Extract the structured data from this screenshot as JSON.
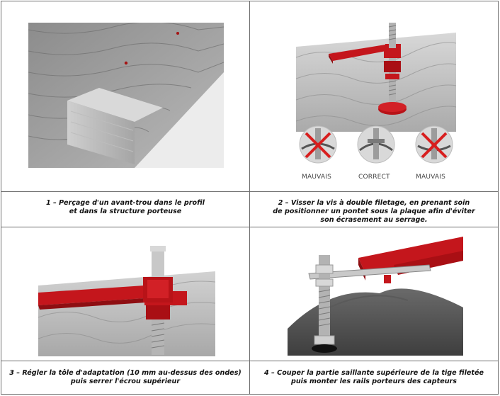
{
  "steps": [
    {
      "caption": "1 – Perçage d'un avant-trou dans le profil\net dans la structure porteuse",
      "image_desc": "drill-hole-illustration"
    },
    {
      "caption": "2 – Visser la vis à double filetage, en prenant soin\nde positionner un pontet sous la plaque afin d'éviter\nson écrasement au serrage.",
      "image_desc": "double-thread-screw-illustration",
      "labels": [
        "MAUVAIS",
        "CORRECT",
        "MAUVAIS"
      ]
    },
    {
      "caption": "3 – Régler la tôle d'adaptation (10 mm au-dessus des ondes)\npuis serrer l'écrou supérieur",
      "image_desc": "adapter-plate-illustration"
    },
    {
      "caption": "4 – Couper la partie saillante supérieure de la tige filetée\npuis monter les rails porteurs des capteurs",
      "image_desc": "rail-mounting-illustration"
    }
  ],
  "colors": {
    "bracket_red": "#c4161c",
    "sheet_gray": "#9a9a9a",
    "wrong_mark": "#d81e1e"
  }
}
